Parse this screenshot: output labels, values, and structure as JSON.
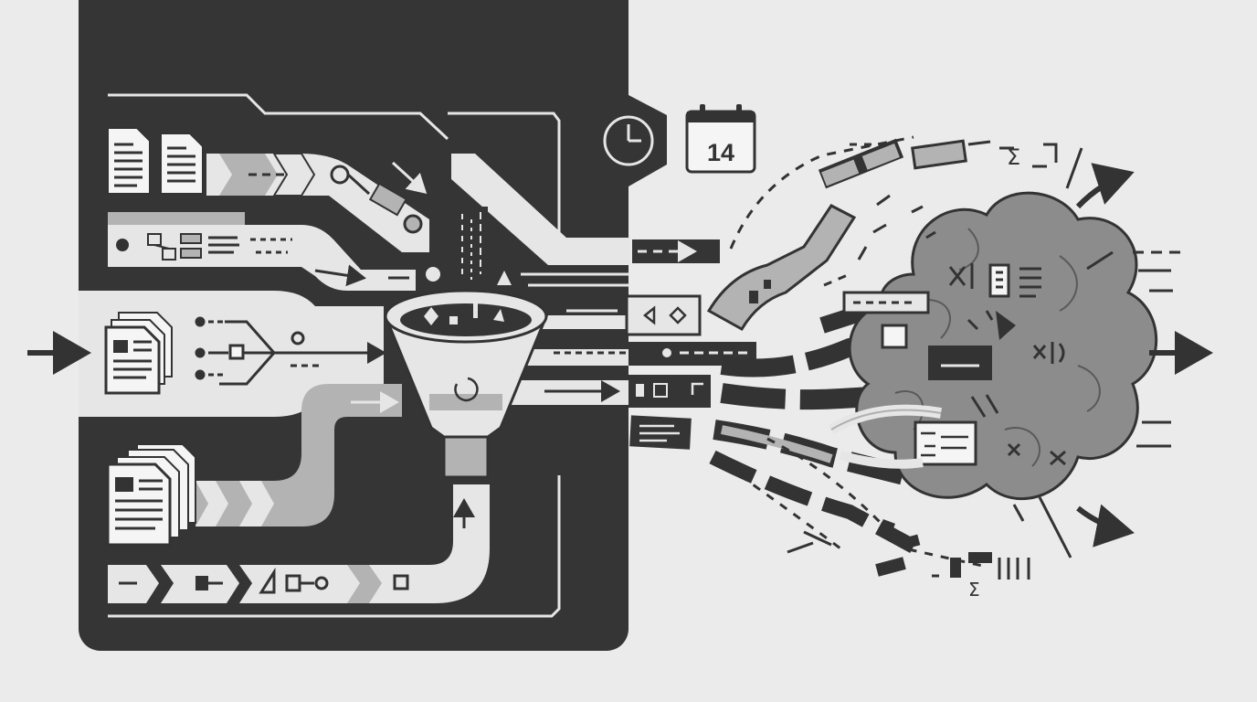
{
  "colors": {
    "background": "#ebebeb",
    "panel": "#353535",
    "ink": "#333333",
    "track_light": "#e6e6e6",
    "track_mid": "#b3b3b3",
    "cloud_fill": "#8c8c8c",
    "paper": "#f5f5f5"
  },
  "calendar": {
    "day": "14"
  },
  "cloud_symbols": {
    "sigma_top": "Σ",
    "sigma_bottom": "Σ"
  },
  "icons": [
    "clock-icon",
    "calendar-icon",
    "funnel-icon",
    "document-icon",
    "document-stack-icon",
    "cloud-icon",
    "arrow-right-icon",
    "chevron-icon"
  ]
}
